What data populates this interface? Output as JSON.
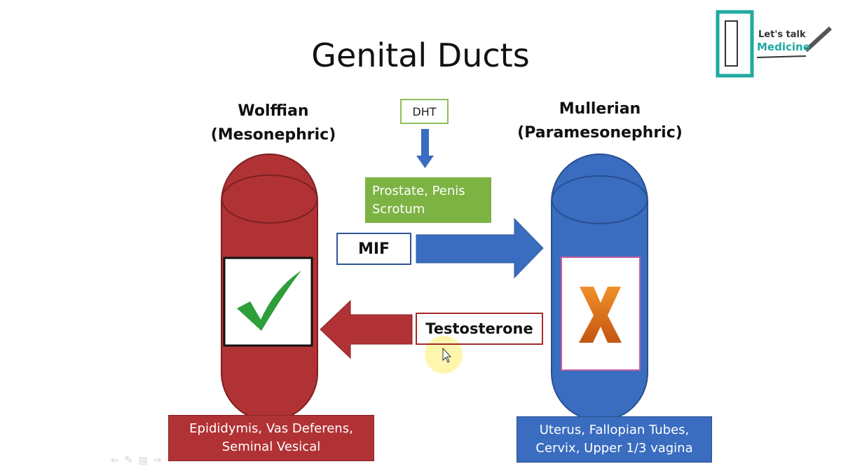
{
  "slide": {
    "title": "Genital Ducts"
  },
  "wolffian": {
    "title_line1": "Wolffian",
    "title_line2": "(Mesonephric)",
    "status_icon": "check-mark-icon",
    "structures": [
      "Epididymis, Vas Deferens,",
      "Seminal Vesical"
    ],
    "color": "#b13235"
  },
  "mullerian": {
    "title_line1": "Mullerian",
    "title_line2": "(Paramesonephric)",
    "status_icon": "x-mark-icon",
    "structures": [
      "Uterus, Fallopian Tubes,",
      "Cervix, Upper 1/3 vagina"
    ],
    "color": "#3a6cbf"
  },
  "hormones": {
    "dht": "DHT",
    "dht_targets": [
      "Prostate, Penis",
      "Scrotum"
    ],
    "mif": "MIF",
    "testosterone": "Testosterone"
  },
  "logo": {
    "line1": "Let's talk",
    "line2": "Medicine"
  },
  "colors": {
    "green": "#7cb342",
    "arrow_blue": "#3a6cbf",
    "arrow_red": "#b13235",
    "check": "#2e9e3a",
    "x": "#e07020"
  }
}
